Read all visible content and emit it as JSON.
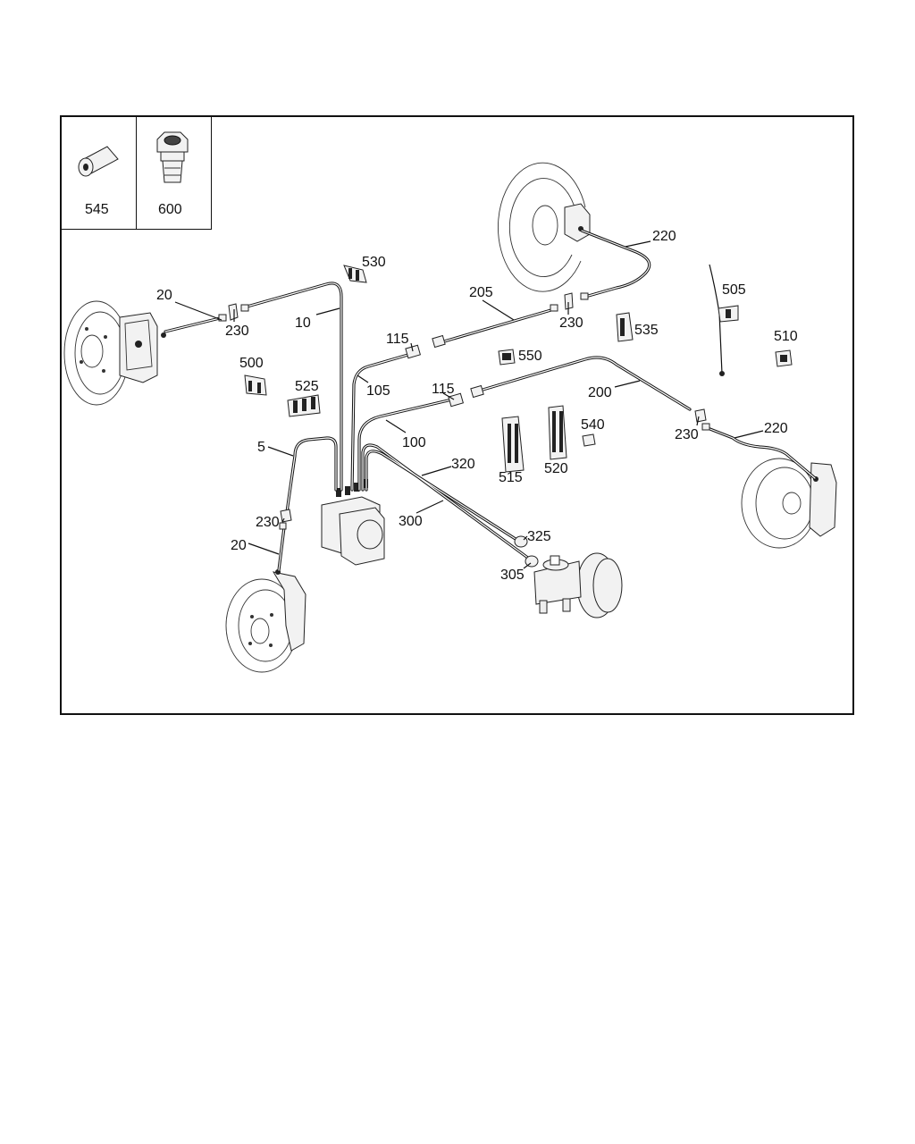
{
  "inset_parts": [
    {
      "label": "545",
      "icon": "sleeve-icon"
    },
    {
      "label": "600",
      "icon": "hex-fitting-icon"
    }
  ],
  "callouts": {
    "p530": "530",
    "p20_left_top": "20",
    "p230_left_top": "230",
    "p10": "10",
    "p205": "205",
    "p220_top": "220",
    "p505": "505",
    "p230_top_mid": "230",
    "p535": "535",
    "p115_upper": "115",
    "p550": "550",
    "p510": "510",
    "p500": "500",
    "p105": "105",
    "p525": "525",
    "p115_lower": "115",
    "p200": "200",
    "p540": "540",
    "p230_right": "230",
    "p220_right": "220",
    "p100": "100",
    "p5": "5",
    "p320": "320",
    "p515": "515",
    "p520": "520",
    "p230_left_bottom": "230",
    "p300": "300",
    "p325": "325",
    "p20_left_bottom": "20",
    "p305": "305"
  }
}
